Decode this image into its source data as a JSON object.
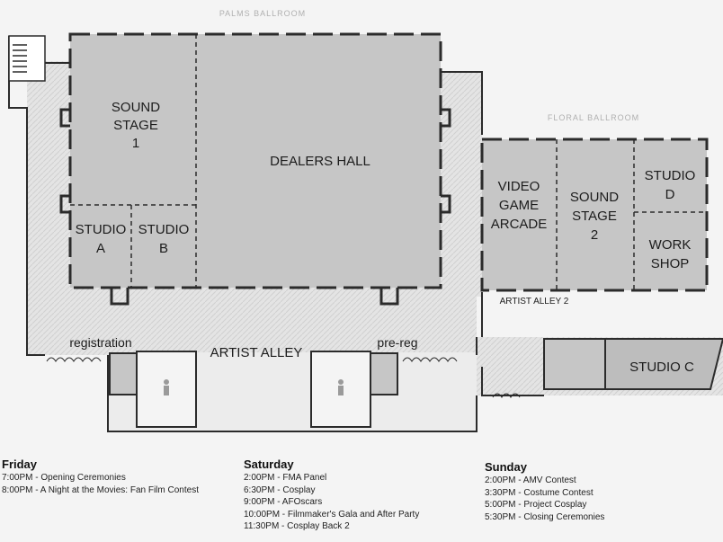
{
  "ghost_labels": {
    "palms_ballroom": "PALMS BALLROOM",
    "floral_ballroom": "FLORAL BALLROOM"
  },
  "rooms": {
    "sound_stage_1": [
      "SOUND",
      "STAGE",
      "1"
    ],
    "dealers_hall": [
      "DEALERS HALL"
    ],
    "studio_a": [
      "STUDIO",
      "A"
    ],
    "studio_b": [
      "STUDIO",
      "B"
    ],
    "video_game_arcade": [
      "VIDEO",
      "GAME",
      "ARCADE"
    ],
    "sound_stage_2": [
      "SOUND",
      "STAGE",
      "2"
    ],
    "studio_d": [
      "STUDIO",
      "D"
    ],
    "work_shop": [
      "WORK",
      "SHOP"
    ],
    "studio_c": [
      "STUDIO C"
    ]
  },
  "areas": {
    "artist_alley": "ARTIST ALLEY",
    "artist_alley_2": "ARTIST ALLEY 2",
    "registration": "registration",
    "pre_reg": "pre-reg"
  },
  "icons": [
    "restroom-icon",
    "restroom-icon",
    "staircase-icon",
    "entrance-doors-icon"
  ],
  "colors": {
    "room_fill": "#c6c6c6",
    "corridor_fill": "#e2e2e2",
    "wall": "#2b2b2b",
    "ghost_text": "#b0b0b0"
  },
  "schedule": [
    {
      "day": "Friday",
      "events": [
        "7:00PM - Opening Ceremonies",
        "8:00PM - A Night at the Movies: Fan Film Contest"
      ]
    },
    {
      "day": "Saturday",
      "events": [
        "2:00PM - FMA Panel",
        "6:30PM - Cosplay",
        "9:00PM - AFOscars",
        "10:00PM - Filmmaker's Gala and After Party",
        "11:30PM - Cosplay Back 2"
      ]
    },
    {
      "day": "Sunday",
      "events": [
        "2:00PM - AMV Contest",
        "3:30PM - Costume Contest",
        "5:00PM - Project Cosplay",
        "5:30PM - Closing Ceremonies"
      ]
    }
  ]
}
